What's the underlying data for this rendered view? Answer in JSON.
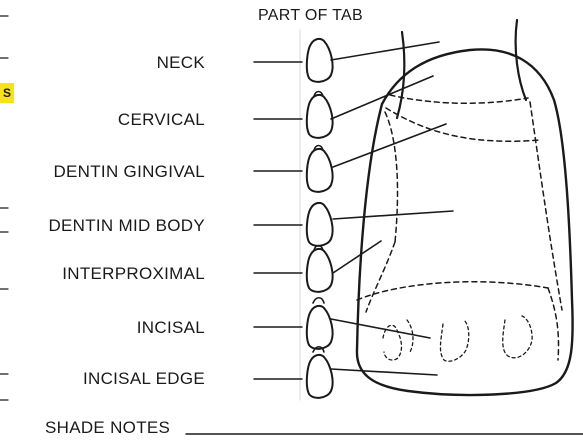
{
  "header": {
    "title": "PART OF TAB"
  },
  "tabs": [
    {
      "label": "NECK"
    },
    {
      "label": "CERVICAL"
    },
    {
      "label": "DENTIN GINGIVAL"
    },
    {
      "label": "DENTIN MID BODY"
    },
    {
      "label": "INTERPROXIMAL"
    },
    {
      "label": "INCISAL"
    },
    {
      "label": "INCISAL EDGE"
    }
  ],
  "footer": {
    "shade_notes_label": "SHADE NOTES"
  },
  "side_badge": {
    "text": "S",
    "color": "#f7e21b"
  },
  "colors": {
    "ink": "#1a1a1a"
  }
}
